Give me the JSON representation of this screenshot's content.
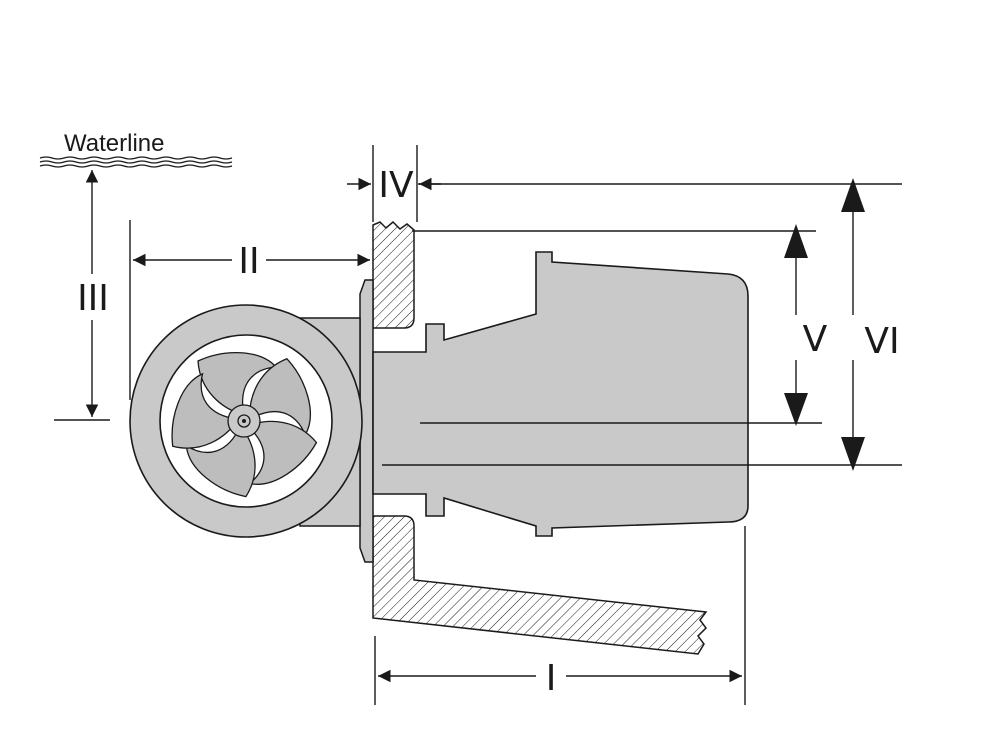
{
  "diagram": {
    "waterline_label": "Waterline",
    "dimensions": {
      "I": "I",
      "II": "II",
      "III": "III",
      "IV": "IV",
      "V": "V",
      "VI": "VI"
    }
  },
  "colors": {
    "body_fill": "#c9c9c9",
    "outline": "#1a1a1a",
    "propeller_fill": "#bdbdbd",
    "background": "#ffffff"
  }
}
